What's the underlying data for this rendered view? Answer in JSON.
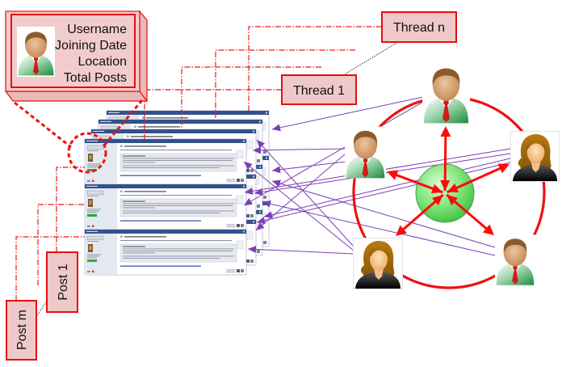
{
  "profile_card": {
    "fields": [
      "Username",
      "Joining Date",
      "Location",
      "Total Posts"
    ],
    "avatar_icon": "male-user-icon"
  },
  "labels": {
    "thread_n": "Thread n",
    "thread_1": "Thread 1",
    "post_1": "Post 1",
    "post_m": "Post m"
  },
  "network": {
    "hub_icon": "green-sphere-hub",
    "users": [
      {
        "role": "top",
        "icon": "male-user-icon"
      },
      {
        "role": "left",
        "icon": "male-user-icon"
      },
      {
        "role": "right",
        "icon": "female-user-icon"
      },
      {
        "role": "bottom-left",
        "icon": "female-user-icon"
      },
      {
        "role": "bottom-right",
        "icon": "male-user-icon"
      }
    ]
  },
  "forum": {
    "threads_shown": 4,
    "posts_per_thread": 3
  },
  "colors": {
    "label_fill": "#efc9c9",
    "label_border": "#e60e0e",
    "connector": "#e8191e",
    "interaction": "#7b3fb5",
    "hub": "#5fd95a",
    "forum_header": "#34528a"
  }
}
